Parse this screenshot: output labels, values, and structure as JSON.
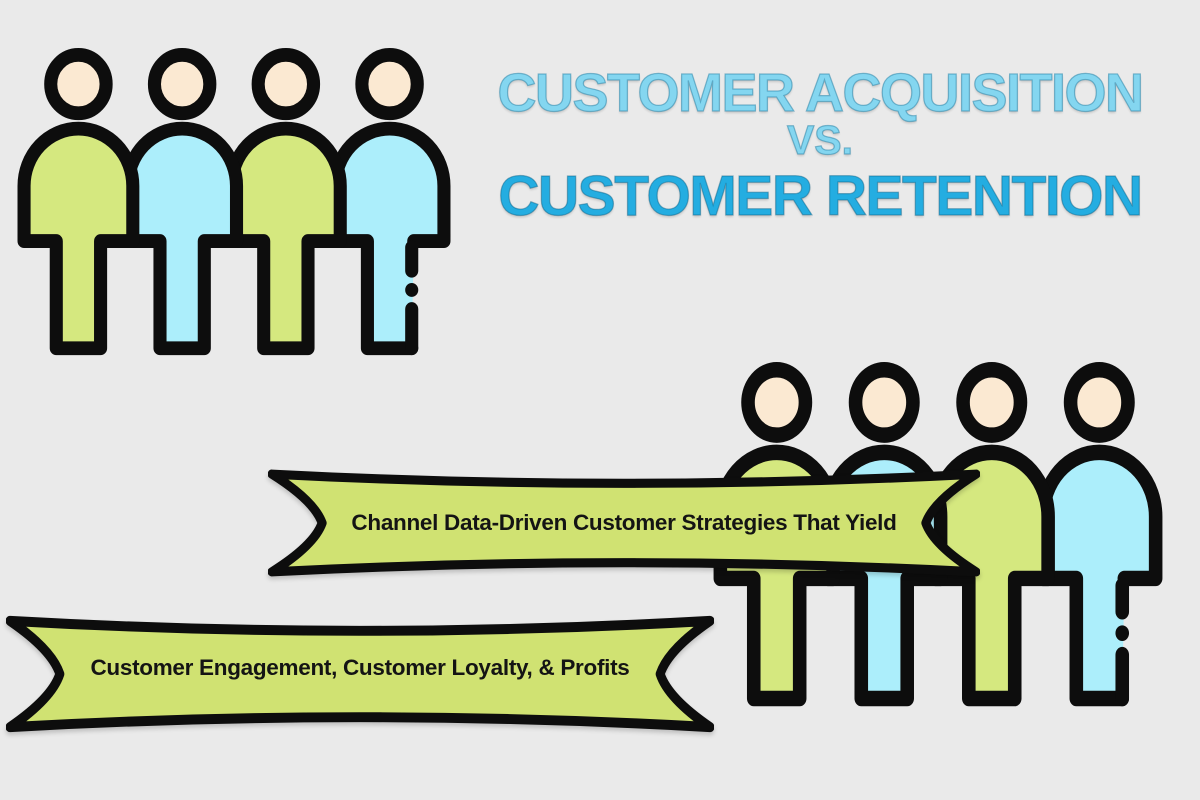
{
  "title": {
    "line1": "CUSTOMER ACQUISITION",
    "line2": "VS.",
    "line3": "CUSTOMER RETENTION"
  },
  "banners": {
    "top": {
      "text": "Channel Data-Driven Customer Strategies That Yield"
    },
    "bottom": {
      "text": "Customer Engagement, Customer Loyalty, & Profits"
    }
  },
  "icons": {
    "acquisition_group": "customer-group-acquisition-icon",
    "retention_group": "customer-group-retention-icon"
  },
  "colors": {
    "background": "#eaeaea",
    "figure_green": "#d5e87f",
    "figure_blue": "#aceefb",
    "head_cream": "#fbe9d2",
    "outline_black": "#0d0d0d",
    "banner_green": "#d0e272",
    "banner_text": "#141414",
    "title_light_blue": "#84d6f0",
    "title_dark_blue": "#24ade1"
  }
}
